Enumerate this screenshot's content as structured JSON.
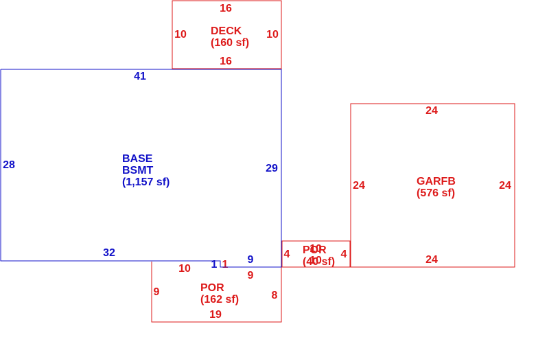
{
  "colors": {
    "red": "#dd1a1a",
    "blue": "#1010c8"
  },
  "areas": {
    "deck": {
      "name": "DECK",
      "area": "(160 sf)",
      "dims": {
        "top": "16",
        "bottom": "16",
        "left": "10",
        "right": "10"
      }
    },
    "base": {
      "name1": "BASE",
      "name2": "BSMT",
      "area": "(1,157 sf)",
      "dims": {
        "top": "41",
        "left": "28",
        "right": "29",
        "bottom": "32",
        "step_v": "1",
        "step_h": "9"
      }
    },
    "garfb": {
      "name": "GARFB",
      "area": "(576 sf)",
      "dims": {
        "top": "24",
        "bottom": "24",
        "left": "24",
        "right": "24"
      }
    },
    "por_small": {
      "name": "POR",
      "area": "(40 sf)",
      "dims": {
        "top": "10",
        "bottom": "10",
        "left": "4",
        "right": "4"
      }
    },
    "por_main": {
      "name": "POR",
      "area": "(162 sf)",
      "dims": {
        "top_left": "10",
        "step_v": "1",
        "step_h": "9",
        "left": "9",
        "right": "8",
        "bottom": "19"
      }
    }
  }
}
